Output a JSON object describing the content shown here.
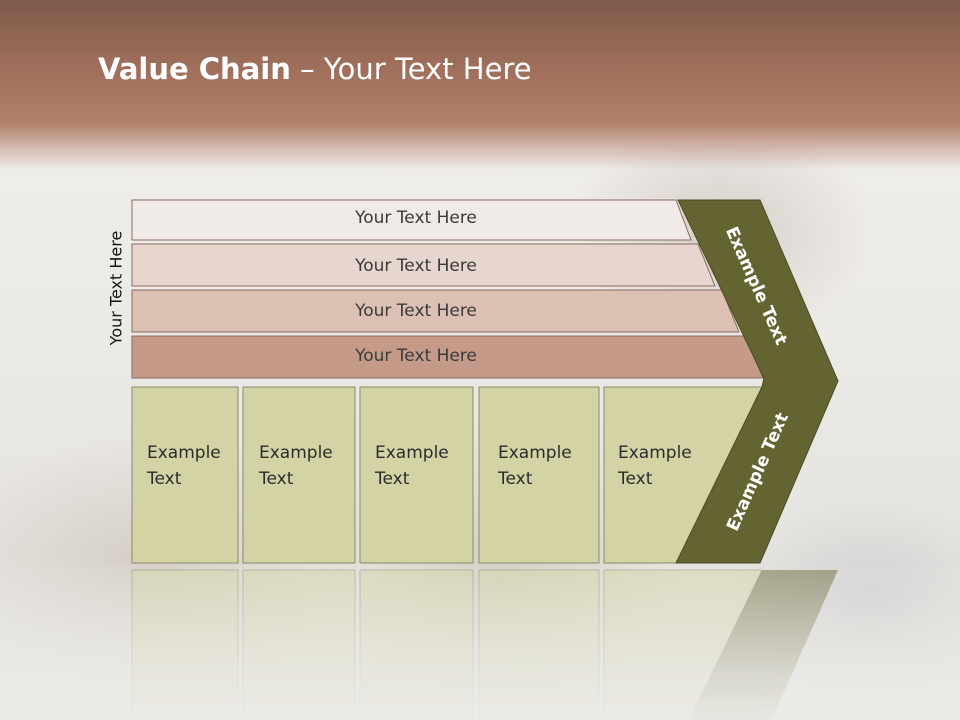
{
  "slide": {
    "title_bold": "Value Chain",
    "title_rest": " – Your Text Here",
    "side_label": "Your Text Here"
  },
  "bars": [
    {
      "label": "Your Text Here",
      "color": "#f1ebe7"
    },
    {
      "label": "Your Text Here",
      "color": "#e6d6ce"
    },
    {
      "label": "Your Text Here",
      "color": "#dcc0b3"
    },
    {
      "label": "Your Text Here",
      "color": "#c59a88"
    }
  ],
  "boxes": [
    {
      "line1": "Example",
      "line2": "Text"
    },
    {
      "line1": "Example",
      "line2": "Text"
    },
    {
      "line1": "Example",
      "line2": "Text"
    },
    {
      "line1": "Example",
      "line2": "Text"
    },
    {
      "line1": "Example",
      "line2": "Text"
    }
  ],
  "chevron": {
    "upper_label": "Example Text",
    "lower_label": "Example Text",
    "color": "#646432"
  },
  "colors": {
    "box_fill": "#d3d3a5",
    "header": "#a87765"
  }
}
